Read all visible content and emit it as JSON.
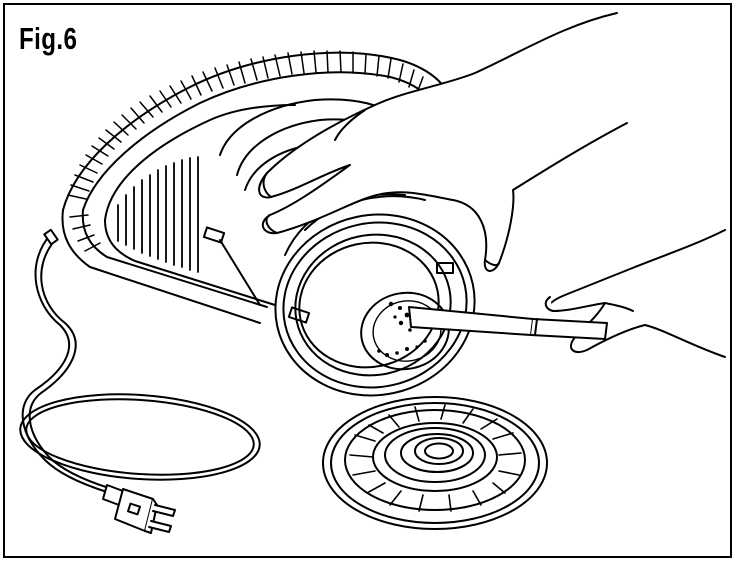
{
  "figure": {
    "label": "Fig.6"
  },
  "colors": {
    "line": "#000000",
    "background": "#ffffff"
  },
  "illustration": {
    "description_icons": [
      "appliance-body",
      "filter-basket",
      "hand",
      "brush-tool",
      "power-cord",
      "power-plug",
      "filter-disc"
    ]
  }
}
